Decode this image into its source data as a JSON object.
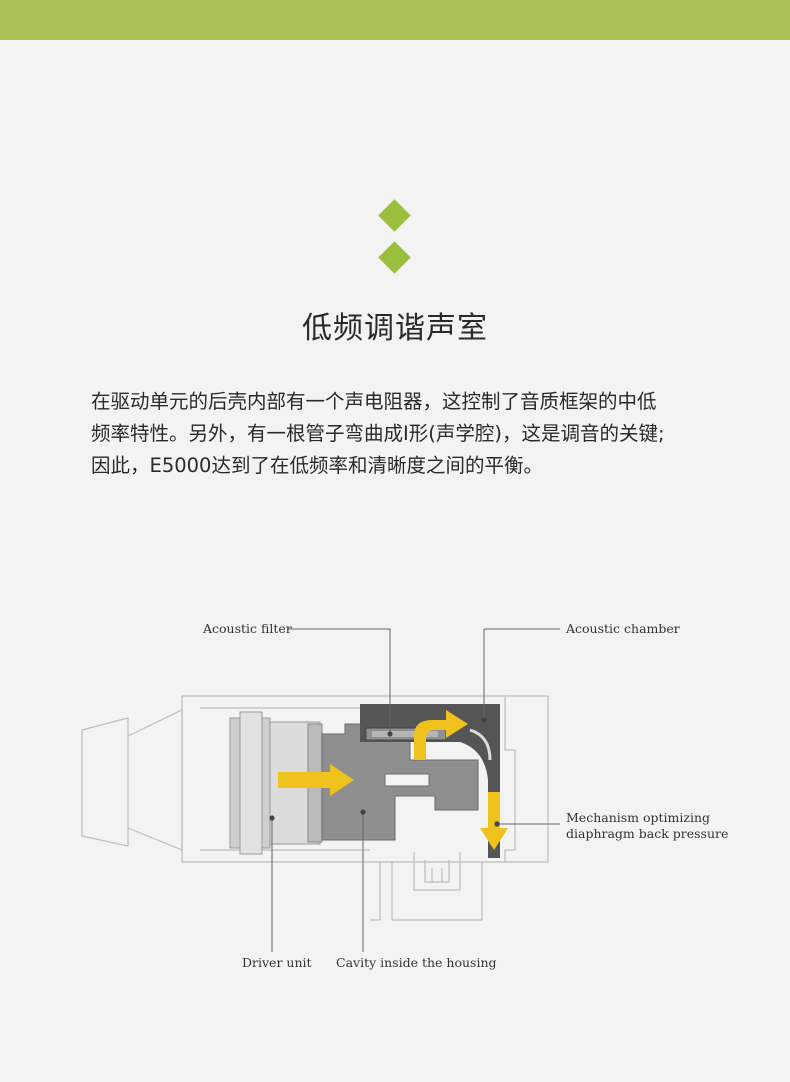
{
  "header": {
    "accent_color": "#a8c253"
  },
  "section": {
    "title": "低频调谐声室",
    "paragraph_lines": [
      "在驱动单元的后壳内部有一个声电阻器，这控制了音质框架的中低",
      "频率特性。另外，有一根管子弯曲成I形(声学腔)，这是调音的关键;",
      "因此，E5000达到了在低频率和清晰度之间的平衡。"
    ]
  },
  "diagram": {
    "labels": {
      "acoustic_filter": "Acoustic filter",
      "acoustic_chamber": "Acoustic chamber",
      "mechanism_line1": "Mechanism optimizing",
      "mechanism_line2": "diaphragm back pressure",
      "driver_unit": "Driver unit",
      "cavity": "Cavity inside the housing"
    },
    "colors": {
      "arrow": "#f0c21e",
      "cavity": "#8f8f8f",
      "chamber": "#555555",
      "driver": "#d8d8d8"
    }
  }
}
